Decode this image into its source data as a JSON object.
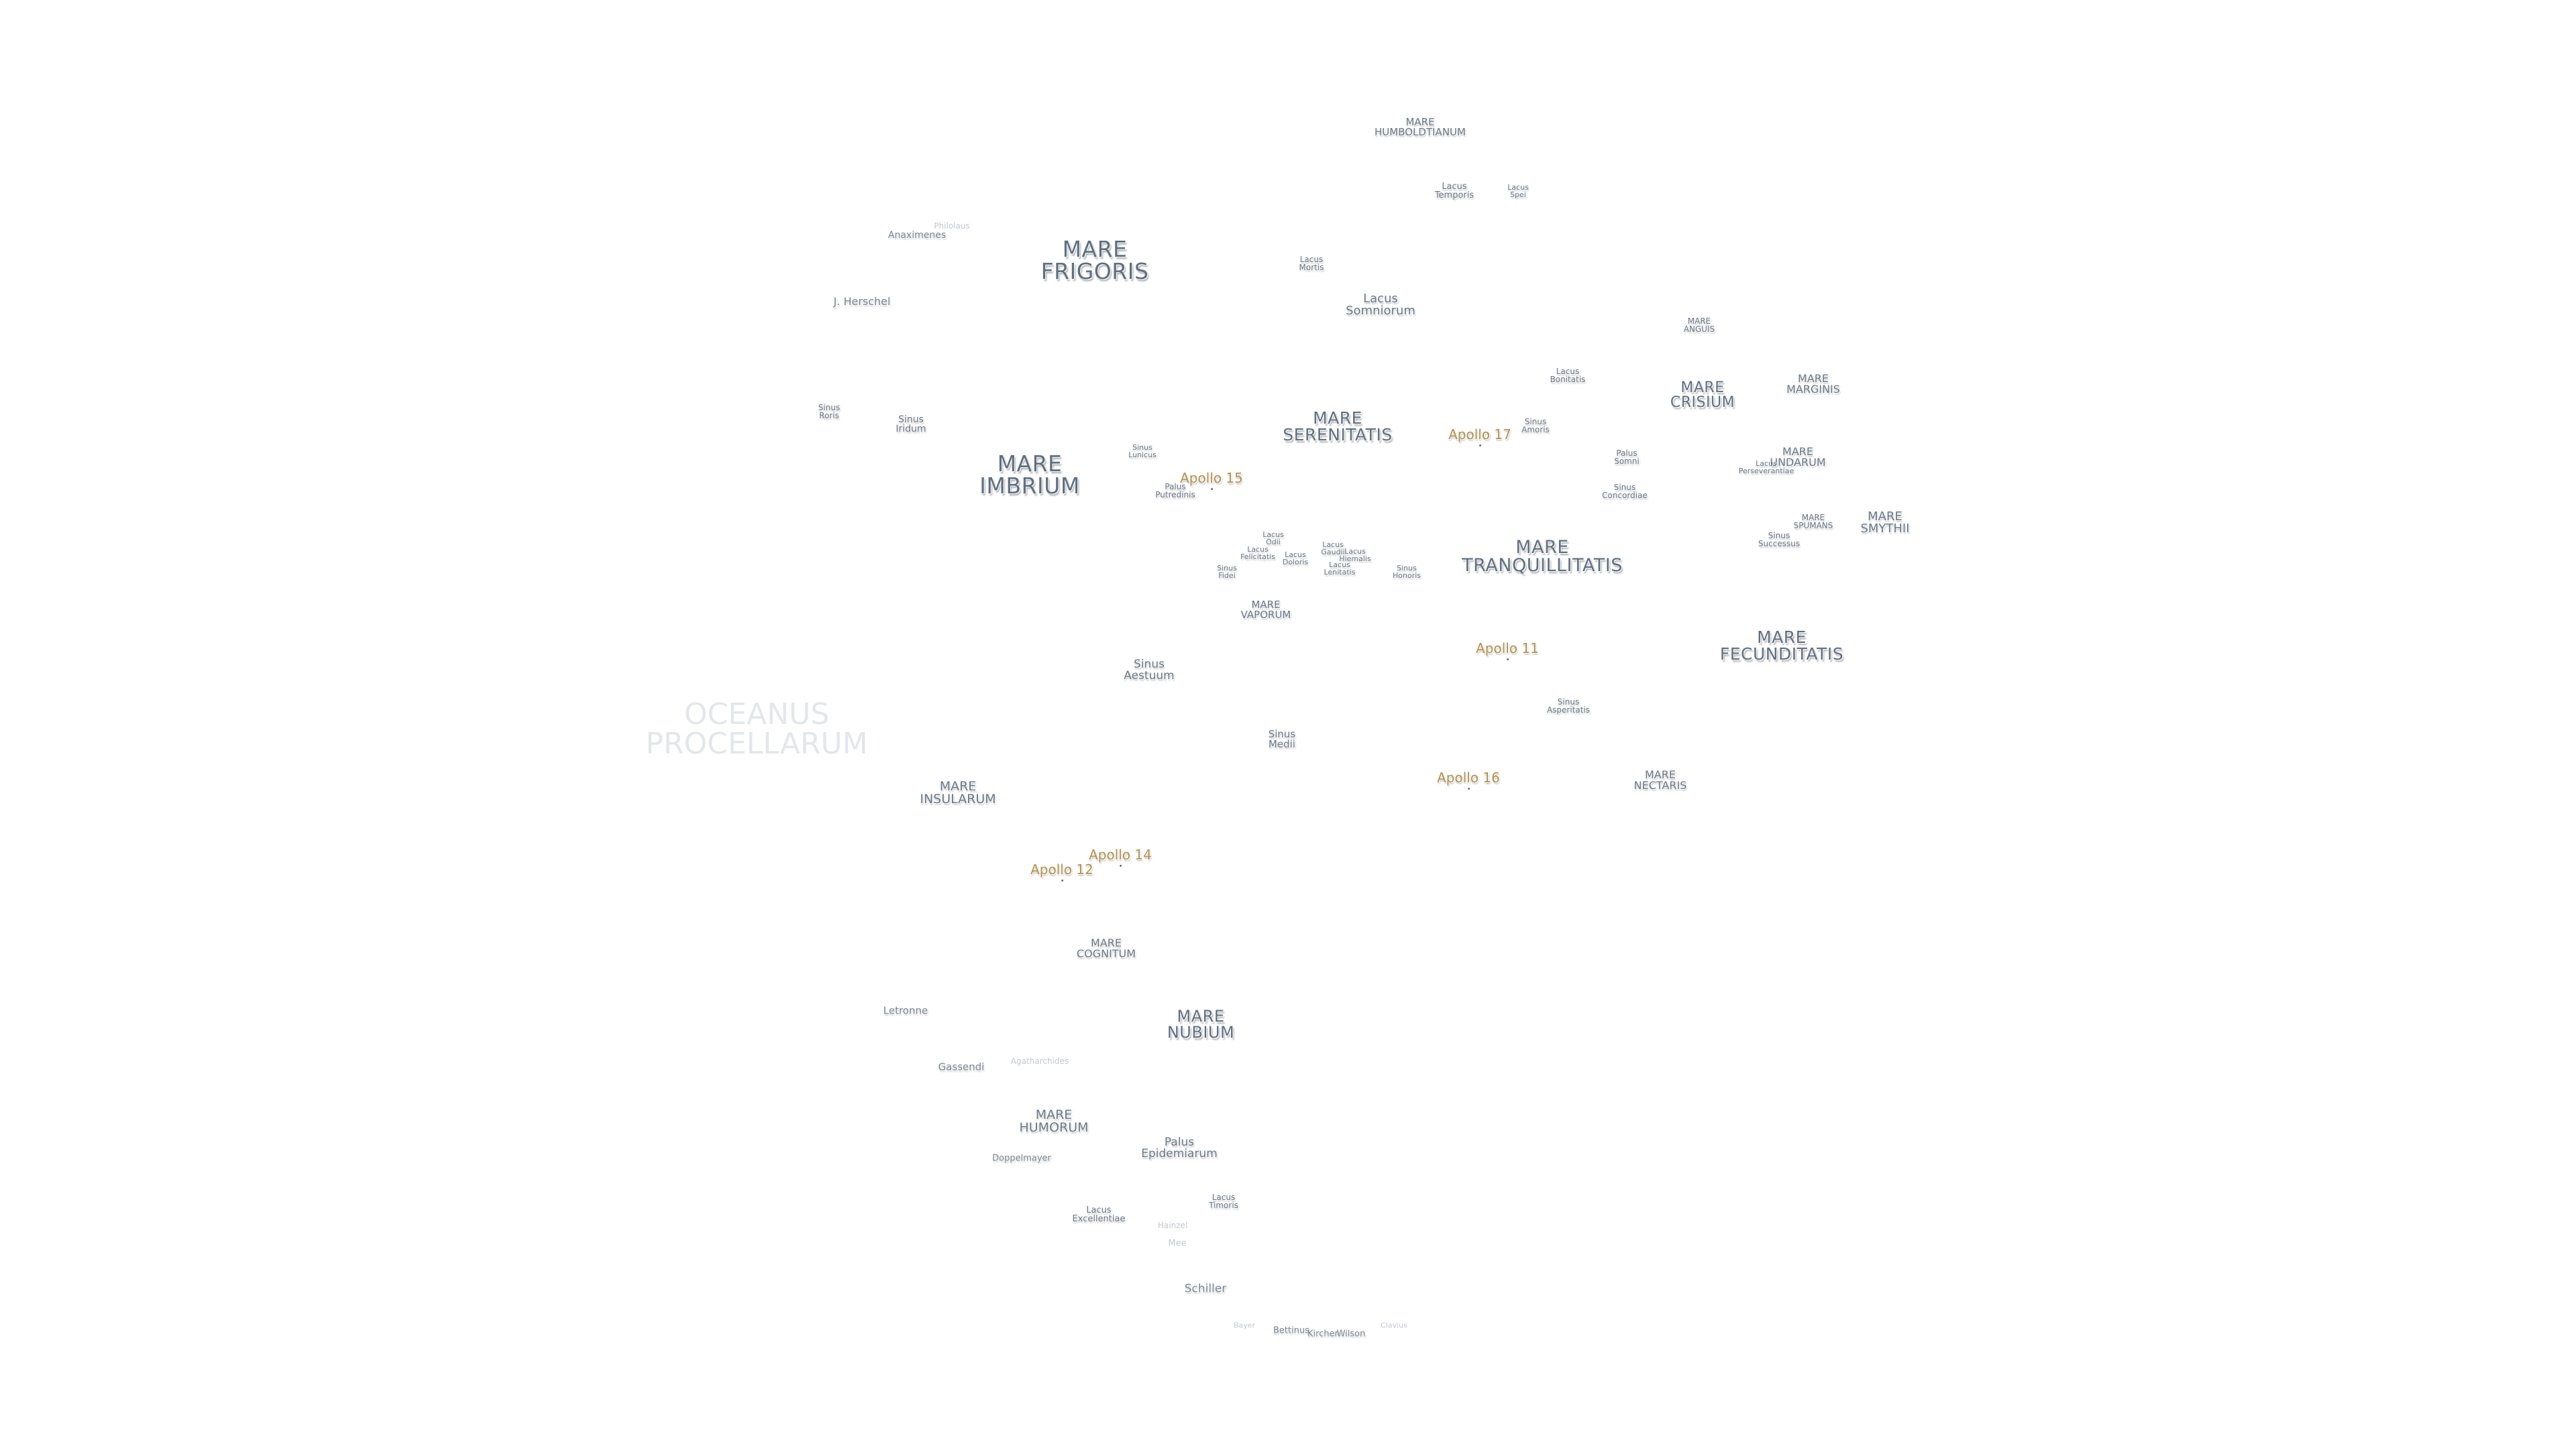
{
  "labels": [
    {
      "text": "OCEANUS\nPROCELLARUM",
      "kind": "ocean"
    },
    {
      "text": "MARE\nFRIGORIS",
      "kind": "mare"
    },
    {
      "text": "MARE\nIMBRIUM",
      "kind": "mare"
    },
    {
      "text": "MARE\nSERENITATIS",
      "kind": "mare"
    },
    {
      "text": "MARE\nTRANQUILLITATIS",
      "kind": "mare"
    },
    {
      "text": "MARE\nFECUNDITATIS",
      "kind": "mare"
    },
    {
      "text": "MARE\nCRISIUM",
      "kind": "mare"
    },
    {
      "text": "MARE\nNUBIUM",
      "kind": "mare"
    },
    {
      "text": "MARE\nHUMBOLDTIANUM",
      "kind": "small"
    },
    {
      "text": "Lacus\nTemporis",
      "kind": "small"
    },
    {
      "text": "Lacus\nSpei",
      "kind": "small"
    },
    {
      "text": "Lacus\nMortis",
      "kind": "small"
    },
    {
      "text": "Lacus\nSomniorum",
      "kind": "small"
    },
    {
      "text": "MARE\nANGUIS",
      "kind": "small"
    },
    {
      "text": "Lacus\nBonitatis",
      "kind": "small"
    },
    {
      "text": "MARE\nMARGINIS",
      "kind": "small"
    },
    {
      "text": "Sinus\nAmoris",
      "kind": "small"
    },
    {
      "text": "Palus\nSomni",
      "kind": "small"
    },
    {
      "text": "MARE\nUNDARUM",
      "kind": "small"
    },
    {
      "text": "Lacus\nPerseverantiae",
      "kind": "small"
    },
    {
      "text": "Sinus\nConcordiae",
      "kind": "small"
    },
    {
      "text": "MARE\nSPUMANS",
      "kind": "small"
    },
    {
      "text": "Sinus\nSuccessus",
      "kind": "small"
    },
    {
      "text": "MARE\nSMYTHII",
      "kind": "small"
    },
    {
      "text": "Sinus\nRoris",
      "kind": "small"
    },
    {
      "text": "Sinus\nIridum",
      "kind": "small"
    },
    {
      "text": "Sinus\nLunicus",
      "kind": "small"
    },
    {
      "text": "Palus\nPutredinis",
      "kind": "small"
    },
    {
      "text": "Lacus\nOdii",
      "kind": "small"
    },
    {
      "text": "Lacus\nFelicitatis",
      "kind": "small"
    },
    {
      "text": "Lacus\nDoloris",
      "kind": "small"
    },
    {
      "text": "Lacus\nGaudii",
      "kind": "small"
    },
    {
      "text": "Lacus\nHiemalis",
      "kind": "small"
    },
    {
      "text": "Lacus\nLenitatis",
      "kind": "small"
    },
    {
      "text": "Sinus\nFidei",
      "kind": "small"
    },
    {
      "text": "Sinus\nHonoris",
      "kind": "small"
    },
    {
      "text": "MARE\nVAPORUM",
      "kind": "small"
    },
    {
      "text": "Sinus\nAestuum",
      "kind": "small"
    },
    {
      "text": "Sinus\nMedii",
      "kind": "small"
    },
    {
      "text": "Sinus\nAsperitatis",
      "kind": "small"
    },
    {
      "text": "MARE\nNECTARIS",
      "kind": "small"
    },
    {
      "text": "MARE\nINSULARUM",
      "kind": "small"
    },
    {
      "text": "MARE\nCOGNITUM",
      "kind": "small"
    },
    {
      "text": "MARE\nHUMORUM",
      "kind": "small"
    },
    {
      "text": "Palus\nEpidemiarum",
      "kind": "small"
    },
    {
      "text": "Lacus\nExcellentiae",
      "kind": "small"
    },
    {
      "text": "Lacus\nTimoris",
      "kind": "small"
    },
    {
      "text": "Apollo 17",
      "kind": "apollo"
    },
    {
      "text": "Apollo 15",
      "kind": "apollo"
    },
    {
      "text": "Apollo 11",
      "kind": "apollo"
    },
    {
      "text": "Apollo 16",
      "kind": "apollo"
    },
    {
      "text": "Apollo 14",
      "kind": "apollo"
    },
    {
      "text": "Apollo 12",
      "kind": "apollo"
    },
    {
      "text": "Anaximenes",
      "kind": "crater"
    },
    {
      "text": "Philolaus",
      "kind": "faint"
    },
    {
      "text": "J. Herschel",
      "kind": "crater"
    },
    {
      "text": "Letronne",
      "kind": "crater"
    },
    {
      "text": "Gassendi",
      "kind": "crater"
    },
    {
      "text": "Agatharchides",
      "kind": "faint"
    },
    {
      "text": "Doppelmayer",
      "kind": "crater"
    },
    {
      "text": "Hainzel",
      "kind": "faint"
    },
    {
      "text": "Mee",
      "kind": "faint"
    },
    {
      "text": "Schiller",
      "kind": "crater"
    },
    {
      "text": "Bayer",
      "kind": "faint"
    },
    {
      "text": "Bettinus",
      "kind": "crater"
    },
    {
      "text": "Kircher",
      "kind": "crater"
    },
    {
      "text": "Wilson",
      "kind": "crater"
    },
    {
      "text": "Clavius",
      "kind": "faint"
    }
  ]
}
